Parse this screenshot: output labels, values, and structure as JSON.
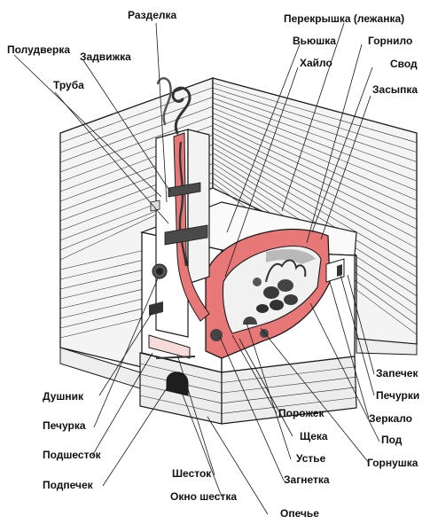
{
  "diagram": {
    "labels": {
      "razdelka": "Разделка",
      "perekryshka": "Перекрышка (лежанка)",
      "poludverka": "Полудверка",
      "vyushka": "Вьюшка",
      "gornilo": "Горнило",
      "zadvizhka": "Задвижка",
      "khaylo": "Хайло",
      "svod": "Свод",
      "truba": "Труба",
      "zasypka": "Засыпка",
      "zapechek": "Запечек",
      "dushnik": "Душник",
      "pechurki": "Печурки",
      "porozhek": "Порожек",
      "zerkalo": "Зеркало",
      "pechurka": "Печурка",
      "shcheka": "Щека",
      "pod": "Под",
      "podshestok": "Подшесток",
      "ustye": "Устье",
      "gornushka": "Горнушка",
      "zagnetka": "Загнетка",
      "shestok": "Шесток",
      "podpechek": "Подпечек",
      "okno_shestka": "Окно шестка",
      "opeche": "Опечье"
    },
    "colors": {
      "fire": "#e87878",
      "fire_dark": "#c94848",
      "wood": "#f2f2f2",
      "stove": "#ffffff",
      "soot": "#333333"
    }
  }
}
